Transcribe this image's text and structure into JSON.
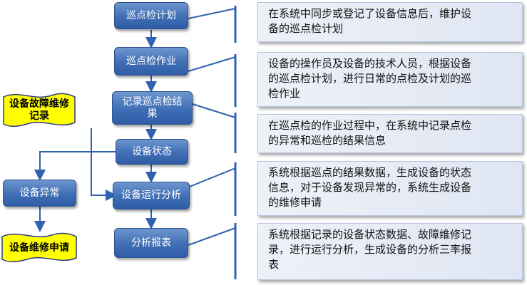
{
  "flow": {
    "steps": [
      {
        "label": "巡点检计划"
      },
      {
        "label": "巡点检作业"
      },
      {
        "label": "记录巡点检结\n果"
      },
      {
        "label": "设备状态"
      },
      {
        "label": "设备运行分析"
      },
      {
        "label": "分析报表"
      }
    ],
    "side": {
      "fault_record": "设备故障维修\n记录",
      "abnormal": "设备异常",
      "repair_request": "设备维修申请"
    }
  },
  "descriptions": [
    "在系统中同步或登记了设备信息后，维护设\n备的巡点检计划",
    "设备的操作员及设备的技术人员，根据设备\n的巡点检计划，进行日常的点检及计划的巡\n检作业",
    "在巡点检的作业过程中，在系统中记录点检\n的异常和巡检的结果信息",
    "系统根据巡点的结果数据，生成设备的状态\n信息，对于设备发现异常的，系统生成设备\n的维修申请",
    "系统根据记录的设备状态数据、故障维修记\n录，进行运行分析，生成设备的分析三率报\n表"
  ],
  "colors": {
    "node_fill": "#3f6eb5",
    "banner_fill": "#ffff00",
    "desc_fill": "#e4e9f4",
    "connector": "#3a6bb4"
  }
}
